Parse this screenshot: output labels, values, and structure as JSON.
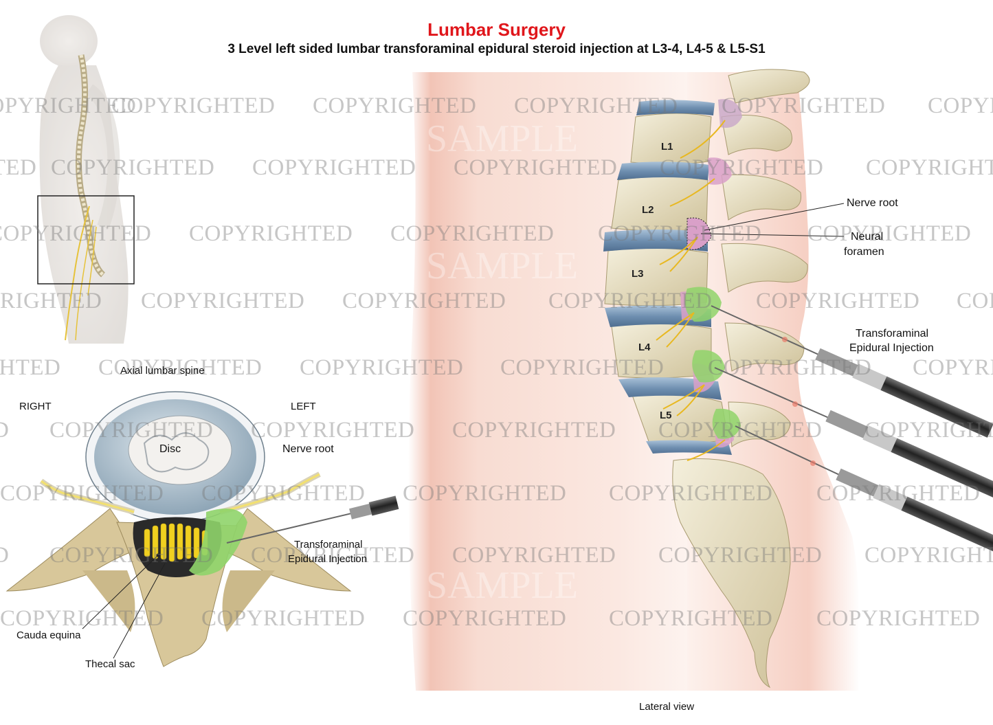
{
  "header": {
    "title": "Lumbar Surgery",
    "subtitle": "3 Level left sided lumbar transforaminal epidural steroid injection at L3-4, L4-5 & L5-S1"
  },
  "axial": {
    "heading": "Axial lumbar spine",
    "right": "RIGHT",
    "left": "LEFT",
    "disc": "Disc",
    "nerve_root": "Nerve root",
    "injection_line1": "Transforaminal",
    "injection_line2": "Epidural Injection",
    "cauda_equina": "Cauda equina",
    "thecal_sac": "Thecal sac"
  },
  "lateral": {
    "vertebrae": [
      "L1",
      "L2",
      "L3",
      "L4",
      "L5"
    ],
    "nerve_root": "Nerve root",
    "neural_foramen_line1": "Neural",
    "neural_foramen_line2": "foramen",
    "injection_line1": "Transforaminal",
    "injection_line2": "Epidural Injection",
    "view_label": "Lateral view"
  },
  "watermark": {
    "text": "COPYRIGHTED",
    "sample": "SAMPLE"
  },
  "colors": {
    "title_red": "#e0161b",
    "bone": "#e9e2c6",
    "disc_blue": "#7f9fbf",
    "nerve_yellow": "#f0c020",
    "steroid_green": "#8fd46a",
    "foramen_pink": "#d9a0c8",
    "skin": "#f6d2c6"
  }
}
